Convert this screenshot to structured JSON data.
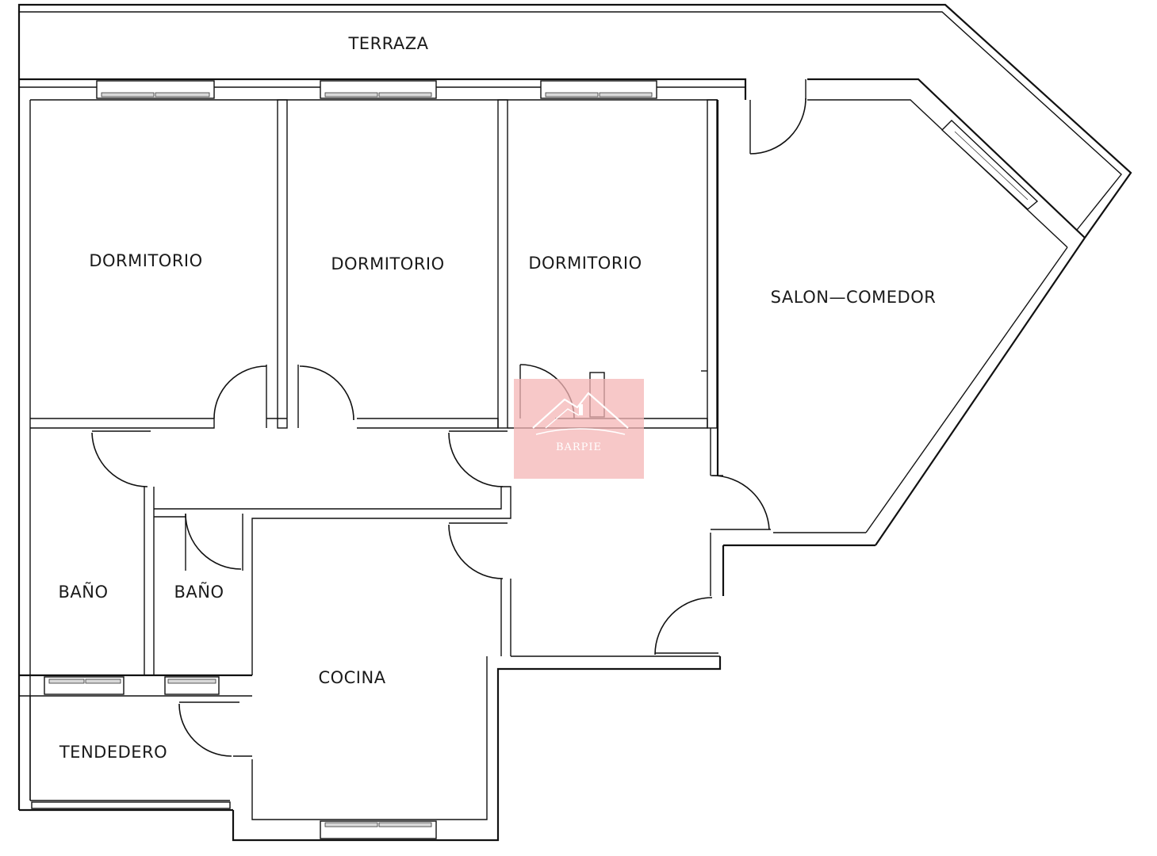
{
  "rooms": {
    "terraza": "TERRAZA",
    "dormitorio_1": "DORMITORIO",
    "dormitorio_2": "DORMITORIO",
    "dormitorio_3": "DORMITORIO",
    "salon_comedor": "SALON—COMEDOR",
    "bano_1": "BAÑO",
    "bano_2": "BAÑO",
    "cocina": "COCINA",
    "tendedero": "TENDEDERO"
  },
  "watermark": {
    "brand": "BARPIE",
    "tagline": "",
    "color": "#f4b6b6"
  },
  "colors": {
    "walls": "#111111",
    "background": "#ffffff"
  }
}
